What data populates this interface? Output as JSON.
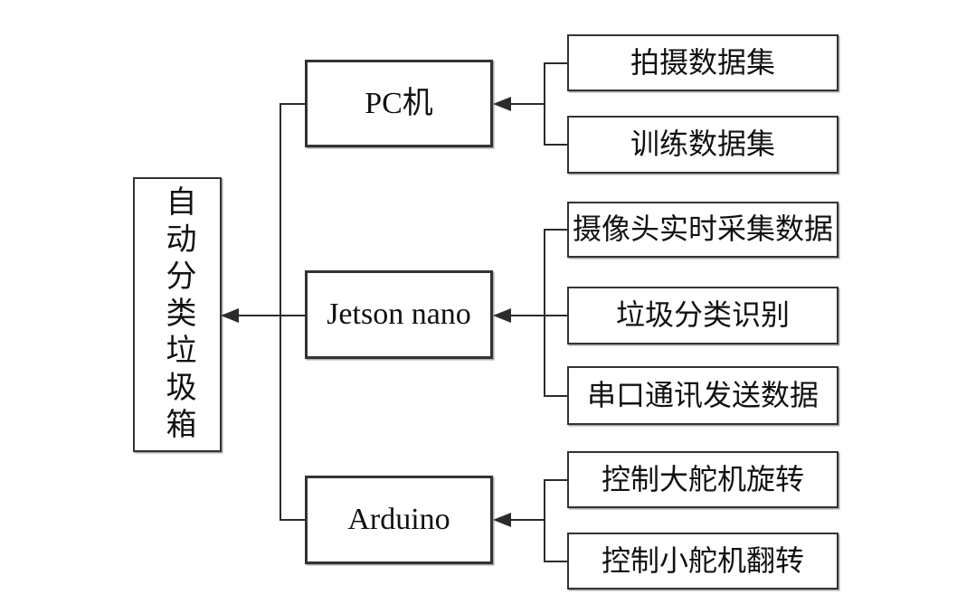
{
  "diagram": {
    "title_none_visible": "",
    "root": {
      "label": "自动分类垃圾箱"
    },
    "level2": [
      {
        "id": "pc",
        "label": "PC机"
      },
      {
        "id": "jetson",
        "label": "Jetson nano"
      },
      {
        "id": "arduino",
        "label": "Arduino"
      }
    ],
    "level3": {
      "pc": [
        "拍摄数据集",
        "训练数据集"
      ],
      "jetson": [
        "摄像头实时采集数据",
        "垃圾分类识别",
        "串口通讯发送数据"
      ],
      "arduino": [
        "控制大舵机旋转",
        "控制小舵机翻转"
      ]
    },
    "colors": {
      "background": "#ffffff",
      "line": "#2b2b2b",
      "box_border": "#333333",
      "text": "#111111"
    }
  }
}
